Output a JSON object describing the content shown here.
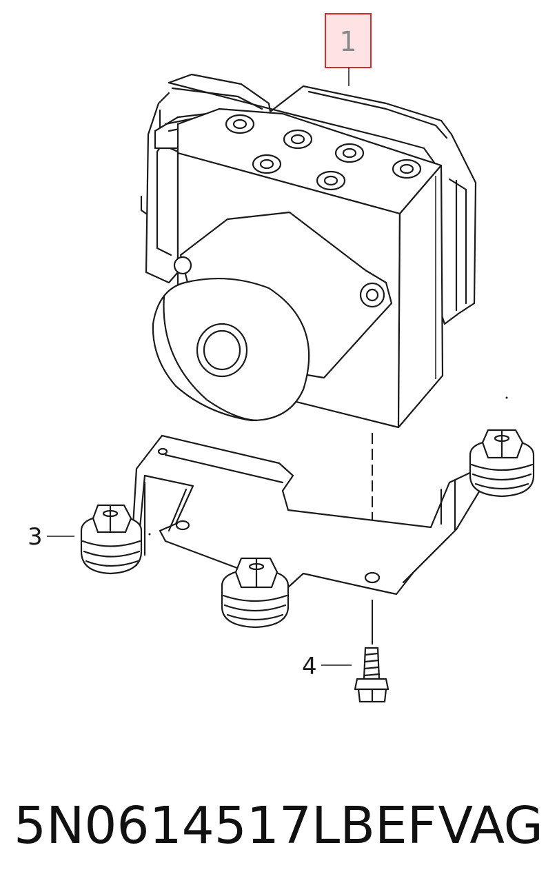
{
  "callouts": {
    "c1": "1",
    "c3": "3",
    "c4": "4"
  },
  "footer": {
    "part_number": "5N0614517LBEF",
    "brand": "VAG"
  },
  "colors": {
    "highlight_border": "#d62b2b",
    "highlight_fill": "#fde3e3",
    "line": "#1a1a1a"
  }
}
